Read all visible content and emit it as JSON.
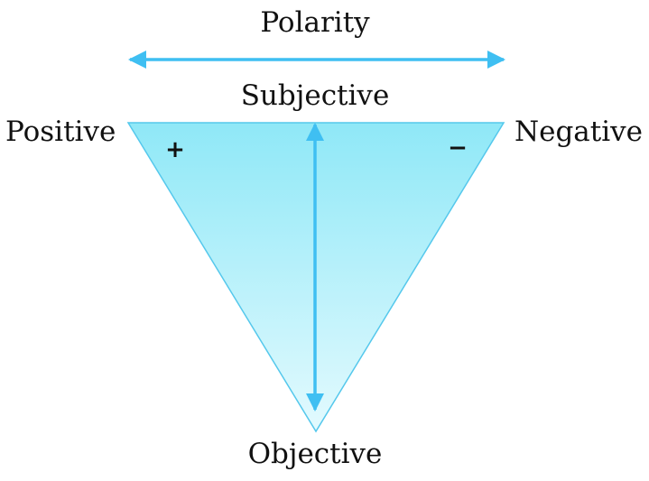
{
  "diagram": {
    "top_label": "Polarity",
    "subjective_label": "Subjective",
    "objective_label": "Objective",
    "positive_label": "Positive",
    "negative_label": "Negative",
    "plus_sign": "+",
    "minus_sign": "−"
  },
  "colors": {
    "arrow": "#3fbff2",
    "triangle_top": "#8fe8f7",
    "triangle_bottom": "#e3fafe",
    "triangle_stroke": "#55c8ec",
    "text": "#111111"
  }
}
